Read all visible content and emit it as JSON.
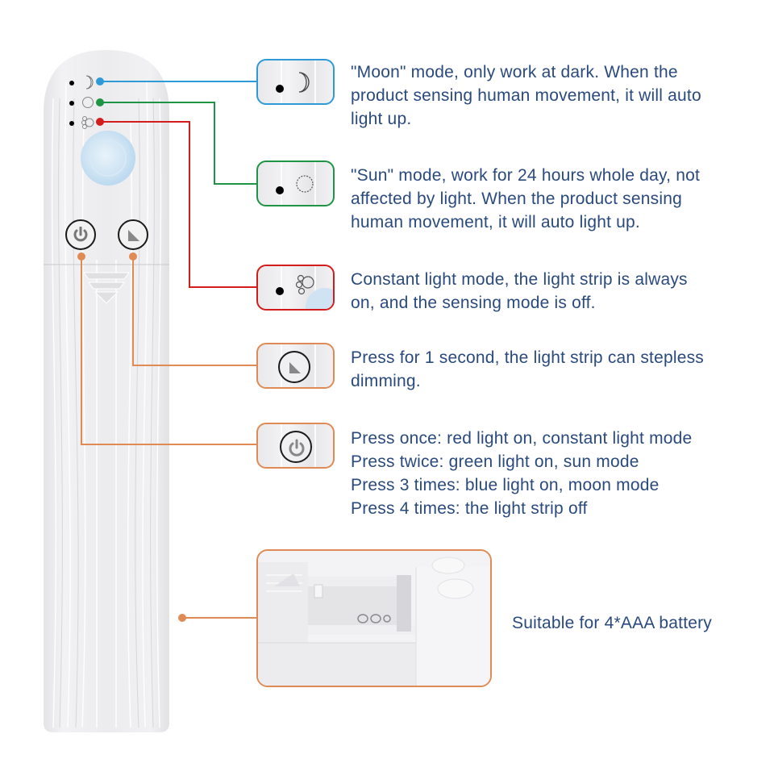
{
  "colors": {
    "moon_line": "#2f9ad8",
    "sun_line": "#1f9444",
    "constant_line": "#d31d1d",
    "button_line": "#e08a55",
    "text": "#2a4a7e"
  },
  "device": {
    "indicators": [
      {
        "mode": "moon",
        "icon": "moon-icon",
        "led_color": "blue"
      },
      {
        "mode": "sun",
        "icon": "sun-icon",
        "led_color": "green"
      },
      {
        "mode": "constant",
        "icon": "paw-icon",
        "led_color": "red"
      }
    ],
    "buttons": [
      {
        "name": "power-button",
        "icon": "power-icon"
      },
      {
        "name": "dimmer-button",
        "icon": "triangle-dimmer-icon"
      }
    ]
  },
  "callouts": {
    "moon": {
      "icon": "moon-icon",
      "lines": [
        "\"Moon\" mode, only work at dark. When the",
        "product sensing human movement, it will auto",
        "light up."
      ]
    },
    "sun": {
      "icon": "sun-icon",
      "lines": [
        "\"Sun\" mode, work for 24 hours whole day, not",
        "affected by light. When the product sensing",
        "human movement, it will auto light up."
      ]
    },
    "constant": {
      "icon": "paw-icon",
      "lines": [
        "Constant light mode, the light strip is always",
        "on, and the sensing mode is off."
      ]
    },
    "dimmer": {
      "icon": "triangle-dimmer-icon",
      "lines": [
        "Press for 1 second, the light strip can stepless",
        "dimming."
      ]
    },
    "power": {
      "icon": "power-icon",
      "lines": [
        "Press once: red light on, constant light mode",
        "Press twice: green light on, sun mode",
        "Press 3 times: blue light on, moon mode",
        "Press 4 times: the light strip off"
      ]
    },
    "battery": {
      "icon": "battery-compartment-image",
      "lines": [
        "Suitable for 4*AAA battery"
      ]
    }
  }
}
